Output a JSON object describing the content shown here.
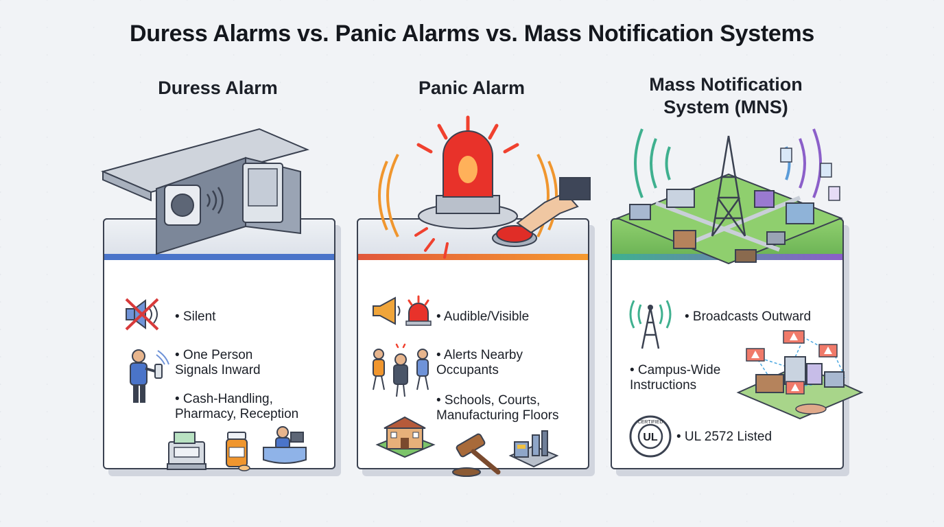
{
  "title": "Duress Alarms vs. Panic Alarms vs. Mass Notification Systems",
  "columns": [
    {
      "title": "Duress Alarm",
      "accent": "#4a74c9",
      "bullets": [
        {
          "text": "• Silent",
          "icon": "muted-speaker-icon"
        },
        {
          "text": "• One Person\nSignals Inward",
          "icon": "person-pressing-button-icon"
        },
        {
          "text": "• Cash-Handling,\nPharmacy, Reception",
          "icon": "cash-register-icon"
        }
      ]
    },
    {
      "title": "Panic Alarm",
      "accent": "#e1573a",
      "bullets": [
        {
          "text": "• Audible/Visible",
          "icon": "megaphone-beacon-icon"
        },
        {
          "text": "• Alerts Nearby\nOccupants",
          "icon": "alerted-people-icon"
        },
        {
          "text": "• Schools, Courts,\nManufacturing Floors",
          "icon": "school-building-icon"
        }
      ]
    },
    {
      "title": "Mass Notification\nSystem (MNS)",
      "accent": "#3fb08f",
      "bullets": [
        {
          "text": "• Broadcasts Outward",
          "icon": "broadcast-tower-icon"
        },
        {
          "text": "• Campus-Wide\nInstructions",
          "icon": "campus-map-icon"
        },
        {
          "text": "• UL 2572 Listed",
          "icon": "ul-certified-seal-icon"
        }
      ]
    }
  ],
  "ul_seal": {
    "mark": "UL",
    "ring_text": "CERTIFIED"
  }
}
